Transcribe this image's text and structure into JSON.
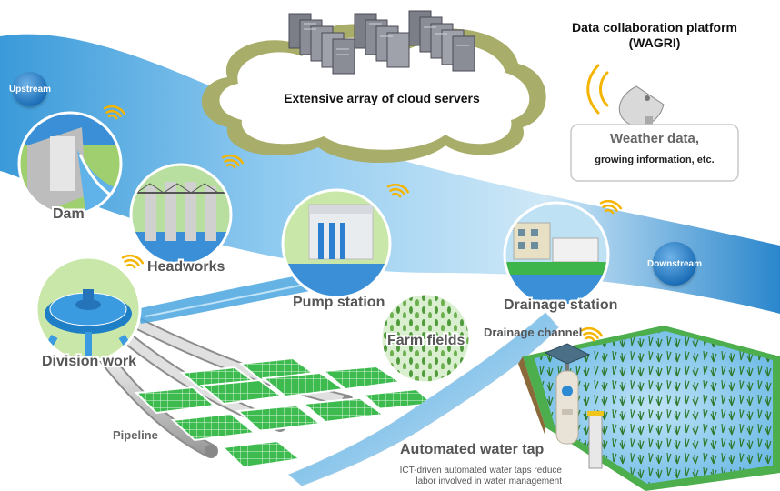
{
  "platform": {
    "title_line1": "Data collaboration platform",
    "title_line2": "(WAGRI)",
    "info_line1": "Weather data,",
    "info_line2": "growing information, etc."
  },
  "cloud": {
    "label": "Extensive array of cloud servers"
  },
  "flow": {
    "upstream": "Upstream",
    "downstream": "Downstream"
  },
  "facilities": {
    "dam": "Dam",
    "headworks": "Headworks",
    "pump_station": "Pump station",
    "drainage_station": "Drainage station",
    "division_work": "Division work",
    "farm_fields": "Farm fields",
    "drainage_channel": "Drainage channel",
    "pipeline": "Pipeline"
  },
  "water_tap": {
    "title": "Automated water tap",
    "desc_line1": "ICT-driven automated water taps reduce",
    "desc_line2": "labor involved in water management"
  },
  "colors": {
    "water_light": "#cfe8f7",
    "water_mid": "#63b3e6",
    "water_dark": "#1f7fc6",
    "field_green": "#39b54a",
    "signal_yellow": "#f5b400",
    "cloud_olive": "#a9ad6a"
  }
}
